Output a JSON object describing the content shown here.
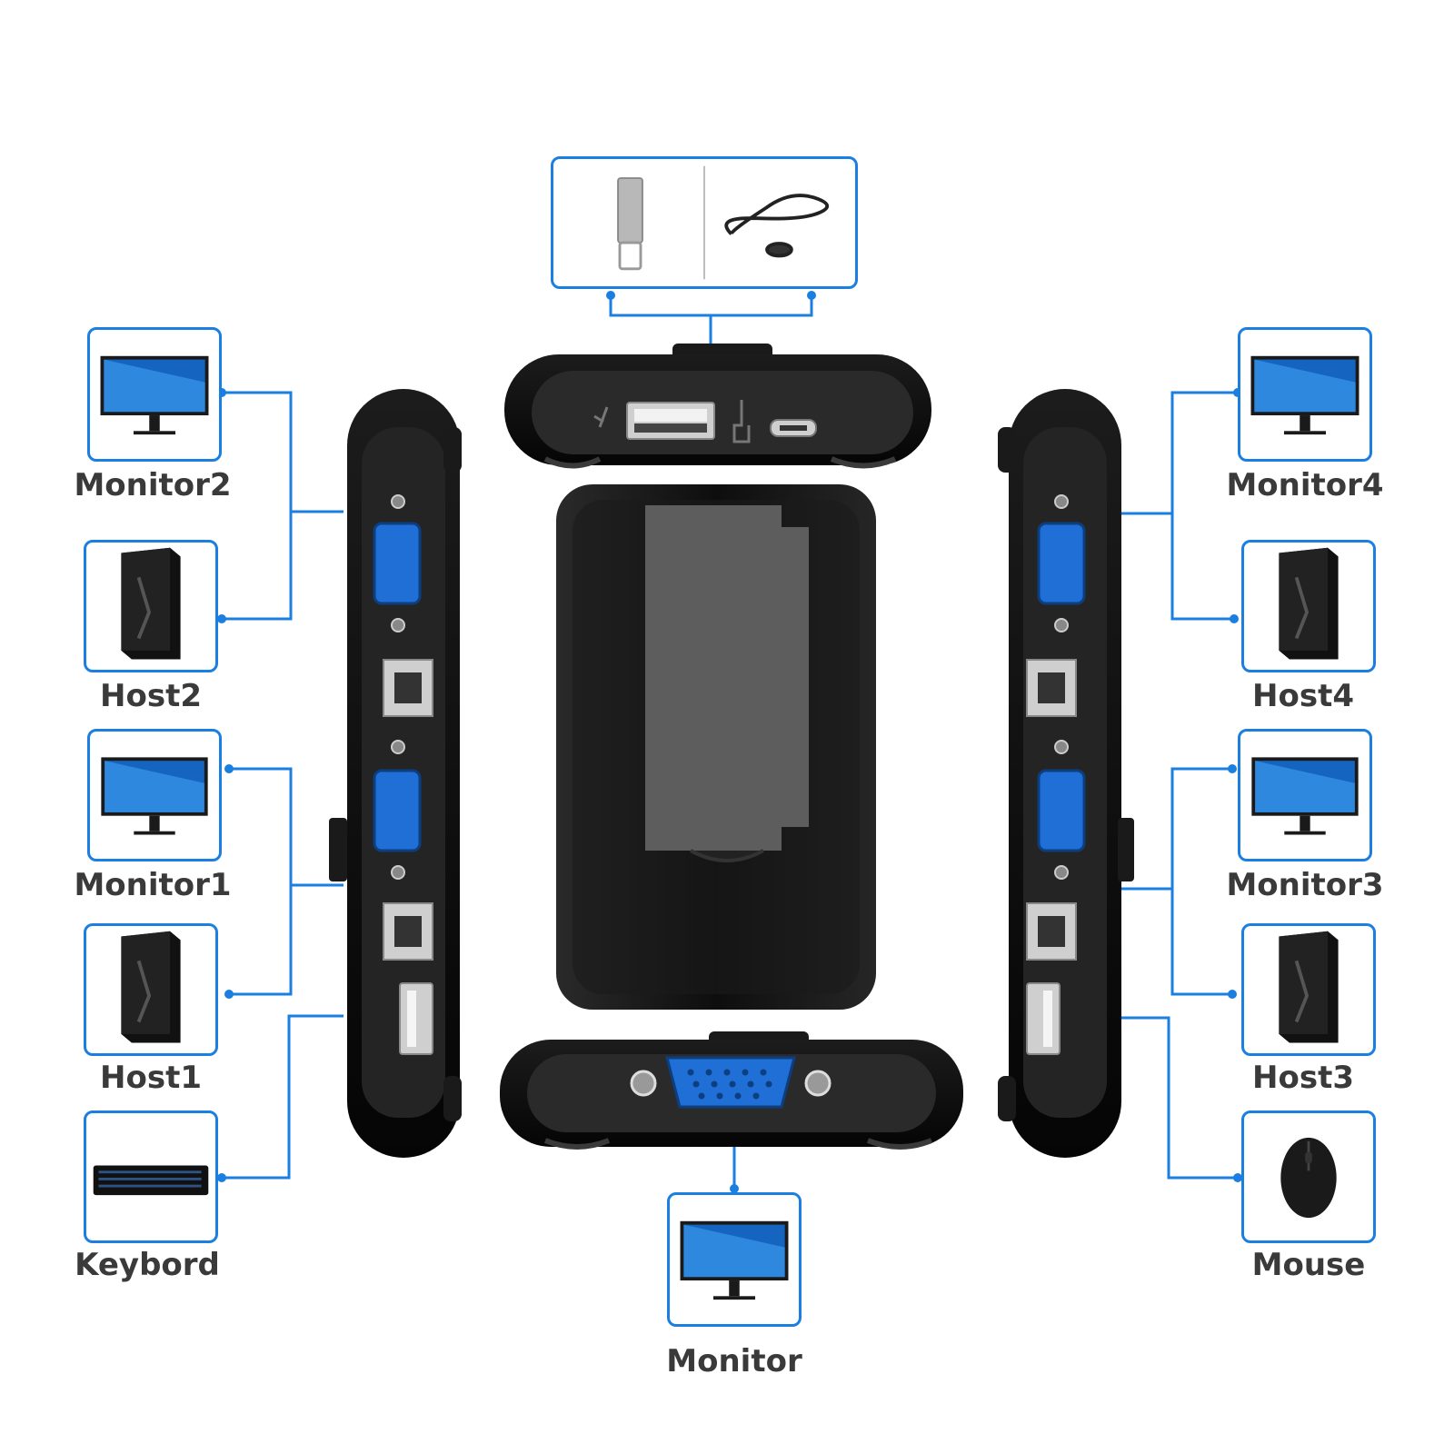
{
  "colors": {
    "accent": "#1a7fe0",
    "device_body": "#111111",
    "port_blue": "#1f6fd6",
    "label": "#3a3a3a"
  },
  "labels": {
    "monitor2": "Monitor2",
    "host2": "Host2",
    "monitor1": "Monitor1",
    "host1": "Host1",
    "keyboard": "Keybord",
    "monitor4": "Monitor4",
    "host4": "Host4",
    "monitor3": "Monitor3",
    "host3": "Host3",
    "mouse": "Mouse",
    "monitor": "Monitor"
  },
  "icons": {
    "monitor": "monitor-icon",
    "host": "pc-tower-icon",
    "keyboard": "keyboard-icon",
    "mouse": "mouse-icon",
    "usb_drive": "usb-drive-icon",
    "cable": "remote-cable-icon"
  }
}
